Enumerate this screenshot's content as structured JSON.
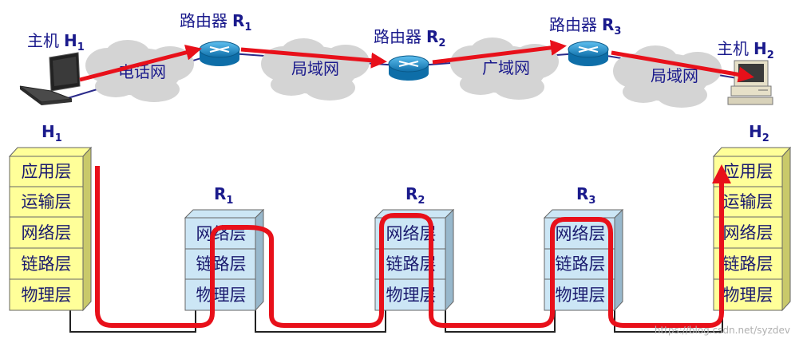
{
  "top": {
    "host1": {
      "name": "主机",
      "id": "H",
      "sub": "1"
    },
    "host2": {
      "name": "主机",
      "id": "H",
      "sub": "2"
    },
    "routers": [
      {
        "name": "路由器",
        "id": "R",
        "sub": "1"
      },
      {
        "name": "路由器",
        "id": "R",
        "sub": "2"
      },
      {
        "name": "路由器",
        "id": "R",
        "sub": "3"
      }
    ],
    "clouds": [
      "电话网",
      "局域网",
      "广域网",
      "局域网"
    ]
  },
  "stacks": {
    "h1": {
      "id": "H",
      "sub": "1",
      "layers": [
        "应用层",
        "运输层",
        "网络层",
        "链路层",
        "物理层"
      ]
    },
    "h2": {
      "id": "H",
      "sub": "2",
      "layers": [
        "应用层",
        "运输层",
        "网络层",
        "链路层",
        "物理层"
      ]
    },
    "r1": {
      "id": "R",
      "sub": "1",
      "layers": [
        "网络层",
        "链路层",
        "物理层"
      ]
    },
    "r2": {
      "id": "R",
      "sub": "2",
      "layers": [
        "网络层",
        "链路层",
        "物理层"
      ]
    },
    "r3": {
      "id": "R",
      "sub": "3",
      "layers": [
        "网络层",
        "链路层",
        "物理层"
      ]
    }
  },
  "colors": {
    "host_layer": "#ffff99",
    "router_layer": "#cce6f5",
    "path": "#e8101a",
    "link": "#2a2a8a",
    "cloud": "#d4d4d4",
    "router_icon": "#1e8fd0"
  },
  "watermark": "https://blog.csdn.net/syzdev"
}
